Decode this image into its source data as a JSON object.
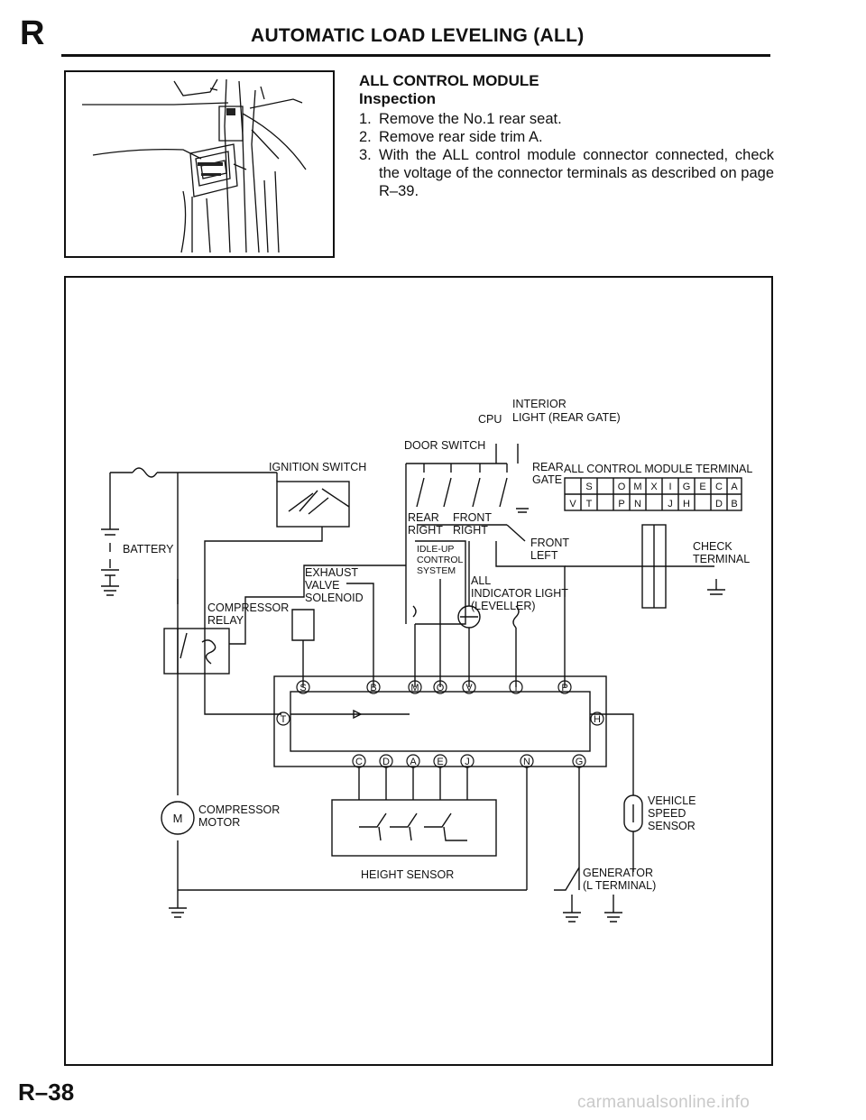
{
  "header": {
    "section_letter": "R",
    "title": "AUTOMATIC LOAD LEVELING (ALL)"
  },
  "content": {
    "section_title": "ALL CONTROL MODULE",
    "subsection": "Inspection",
    "steps": [
      {
        "num": "1.",
        "text": "Remove the No.1 rear seat."
      },
      {
        "num": "2.",
        "text": "Remove rear side trim A."
      },
      {
        "num": "3.",
        "text": "With the ALL control module connector connected, check the voltage of the connector terminals as described on page R–39."
      }
    ]
  },
  "diagram": {
    "labels": {
      "interior_light": "INTERIOR",
      "interior_light_2": "LIGHT (REAR GATE)",
      "cpu": "CPU",
      "door_switch": "DOOR SWITCH",
      "ignition_switch": "IGNITION SWITCH",
      "rear_gate": "REAR",
      "rear_gate_2": "GATE",
      "module_terminal": "ALL CONTROL MODULE TERMINAL",
      "rear_right": "REAR",
      "rear_right_2": "RIGHT",
      "front_right": "FRONT",
      "front_right_2": "RIGHT",
      "front_left": "FRONT",
      "front_left_2": "LEFT",
      "battery": "BATTERY",
      "idle_up": "IDLE-UP",
      "idle_up_2": "CONTROL",
      "idle_up_3": "SYSTEM",
      "exhaust": "EXHAUST",
      "exhaust_2": "VALVE",
      "exhaust_3": "SOLENOID",
      "all_indicator": "ALL",
      "all_indicator_2": "INDICATOR LIGHT",
      "all_indicator_3": "(LEVELLER)",
      "check_terminal": "CHECK",
      "check_terminal_2": "TERMINAL",
      "compressor_relay": "COMPRESSOR",
      "compressor_relay_2": "RELAY",
      "compressor_motor": "COMPRESSOR",
      "compressor_motor_2": "MOTOR",
      "motor_symbol": "M",
      "vehicle_speed": "VEHICLE",
      "vehicle_speed_2": "SPEED",
      "vehicle_speed_3": "SENSOR",
      "height_sensor": "HEIGHT SENSOR",
      "generator": "GENERATOR",
      "generator_2": "(L TERMINAL)"
    },
    "connector_top_row": [
      "",
      "S",
      "",
      "O",
      "M",
      "X",
      "I",
      "G",
      "E",
      "C",
      "A"
    ],
    "connector_bottom_row": [
      "V",
      "T",
      "",
      "P",
      "N",
      "",
      "J",
      "H",
      "",
      "D",
      "B"
    ],
    "module_pins_top": [
      "S",
      "B",
      "M",
      "O",
      "V",
      "I",
      "P"
    ],
    "module_pins_side": [
      "T",
      "H"
    ],
    "module_pins_bottom": [
      "C",
      "D",
      "A",
      "E",
      "J",
      "N",
      "G"
    ]
  },
  "footer": {
    "page_number": "R–38",
    "watermark": "carmanualsonline.info"
  }
}
